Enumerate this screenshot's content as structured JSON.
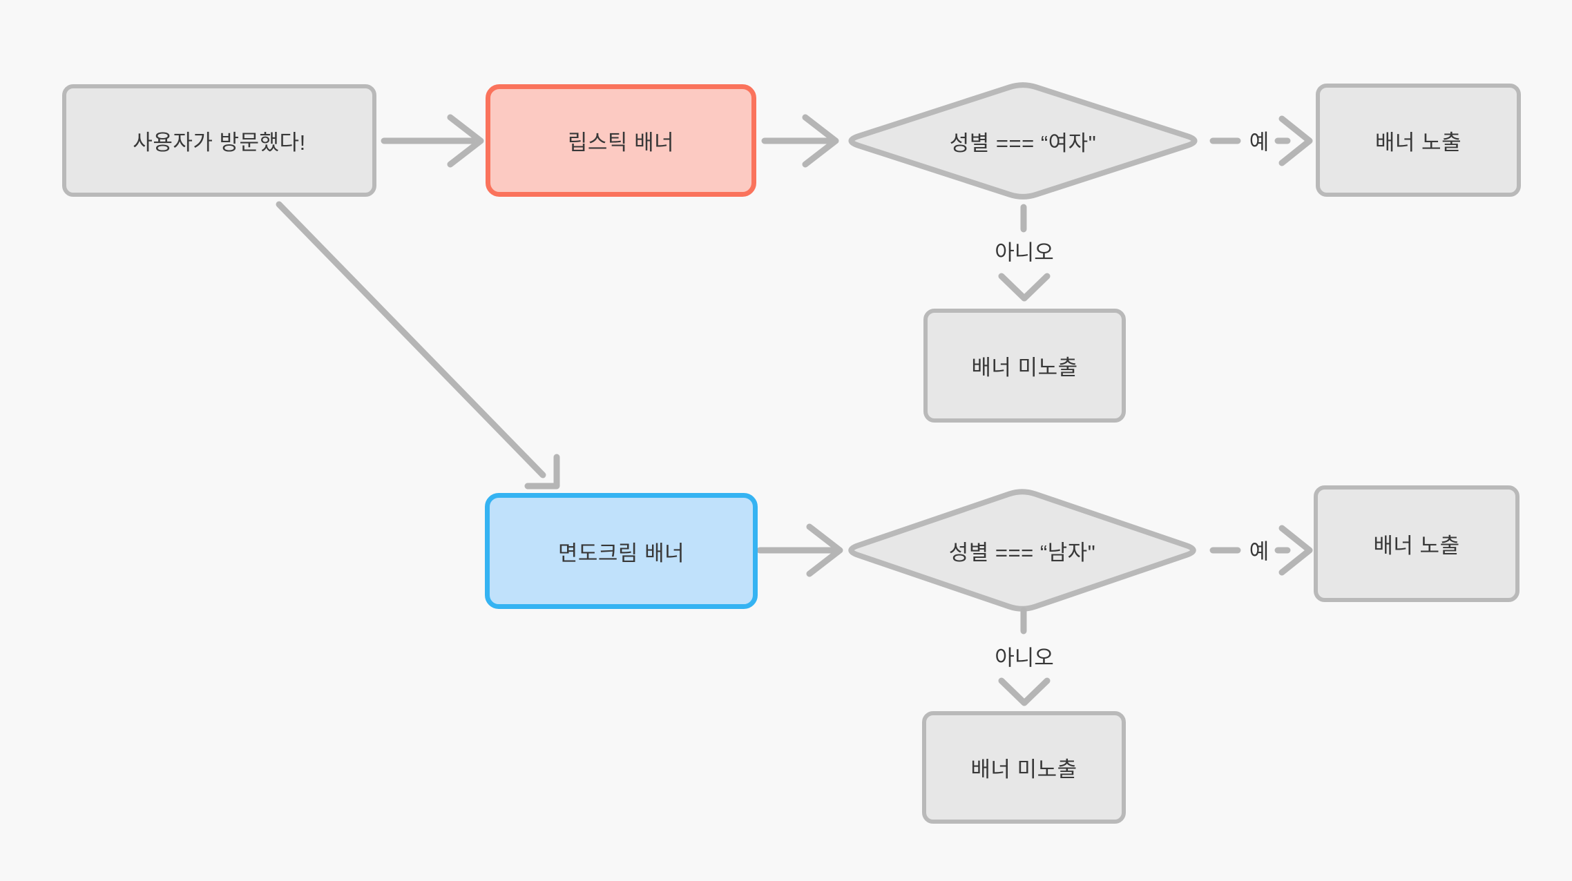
{
  "diagram": {
    "background_color": "#f8f8f8",
    "stroke_color": "#b5b5b5",
    "text_color": "#383838",
    "nodes": {
      "start": {
        "label": "사용자가 방문했다!",
        "fill": "#e7e7e7",
        "border": "#b9b9b9"
      },
      "lipstick_banner": {
        "label": "립스틱 배너",
        "fill": "#fccac2",
        "border": "#fa735c"
      },
      "female_decision": {
        "label": "성별 === “여자\"",
        "fill": "#e7e7e7",
        "border": "#b9b9b9"
      },
      "banner_shown_1": {
        "label": "배너 노출",
        "fill": "#e7e7e7",
        "border": "#b9b9b9"
      },
      "banner_hidden_1": {
        "label": "배너 미노출",
        "fill": "#e7e7e7",
        "border": "#b9b9b9"
      },
      "shaving_cream_banner": {
        "label": "면도크림 배너",
        "fill": "#c0e1fb",
        "border": "#35b3f2"
      },
      "male_decision": {
        "label": "성별 === “남자\"",
        "fill": "#e7e7e7",
        "border": "#b9b9b9"
      },
      "banner_shown_2": {
        "label": "배너 노출",
        "fill": "#e7e7e7",
        "border": "#b9b9b9"
      },
      "banner_hidden_2": {
        "label": "배너 미노출",
        "fill": "#e7e7e7",
        "border": "#b9b9b9"
      }
    },
    "edge_labels": {
      "yes_1": "예",
      "no_1": "아니오",
      "yes_2": "예",
      "no_2": "아니오"
    }
  }
}
